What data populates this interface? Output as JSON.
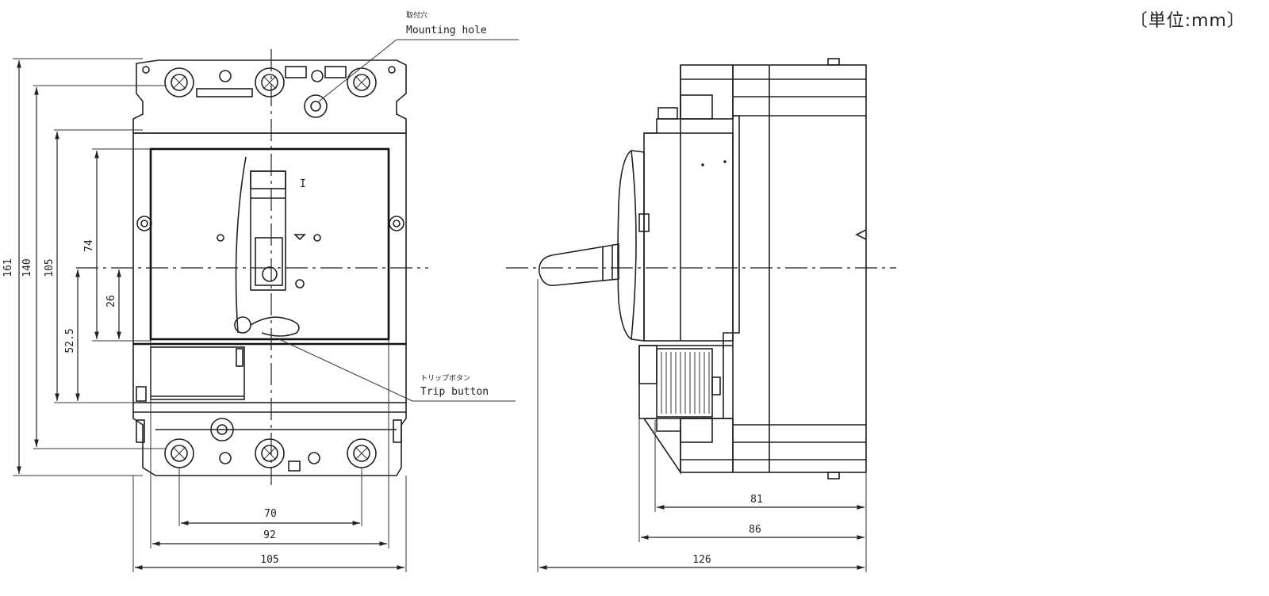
{
  "unit_label": "〔単位:mm〕",
  "labels": {
    "mounting_hole_jp": "取付穴",
    "mounting_hole_en": "Mounting hole",
    "trip_button_jp": "トリップボタン",
    "trip_button_en": "Trip button",
    "on_mark": "I"
  },
  "dimensions": {
    "front_height_total": "161",
    "front_height_mount": "140",
    "front_height_cover": "105",
    "front_height_window": "74",
    "front_window_to_center": "26",
    "front_center_to_cover": "52.5",
    "front_width_pitch": "70",
    "front_width_cover": "92",
    "front_width_total": "105",
    "side_depth_body": "81",
    "side_depth_mount": "86",
    "side_depth_total": "126"
  }
}
